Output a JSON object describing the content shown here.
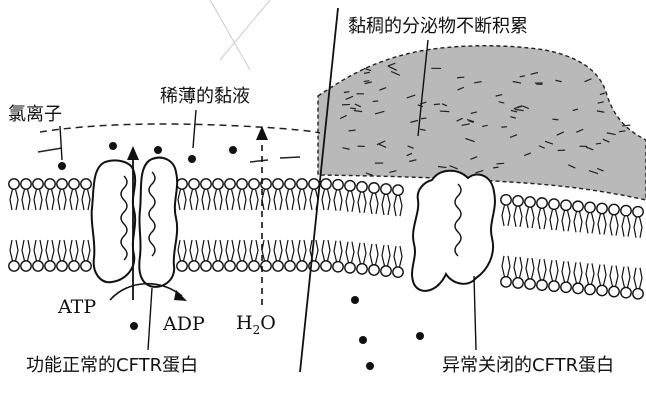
{
  "labels": {
    "chloride_ion": "氯离子",
    "thin_mucus": "稀薄的黏液",
    "thick_secretion": "黏稠的分泌物不断积累",
    "atp": "ATP",
    "adp": "ADP",
    "h2o_main": "H",
    "h2o_sub": "2",
    "h2o_end": "O",
    "normal_cftr": "功能正常的CFTR蛋白",
    "closed_cftr": "异常关闭的CFTR蛋白"
  },
  "colors": {
    "ink": "#111111",
    "mucus_fill": "#b9b9b9"
  },
  "icons": {
    "chloride_ion": "filled-dot",
    "lipid": "phospholipid-head-and-tails"
  }
}
